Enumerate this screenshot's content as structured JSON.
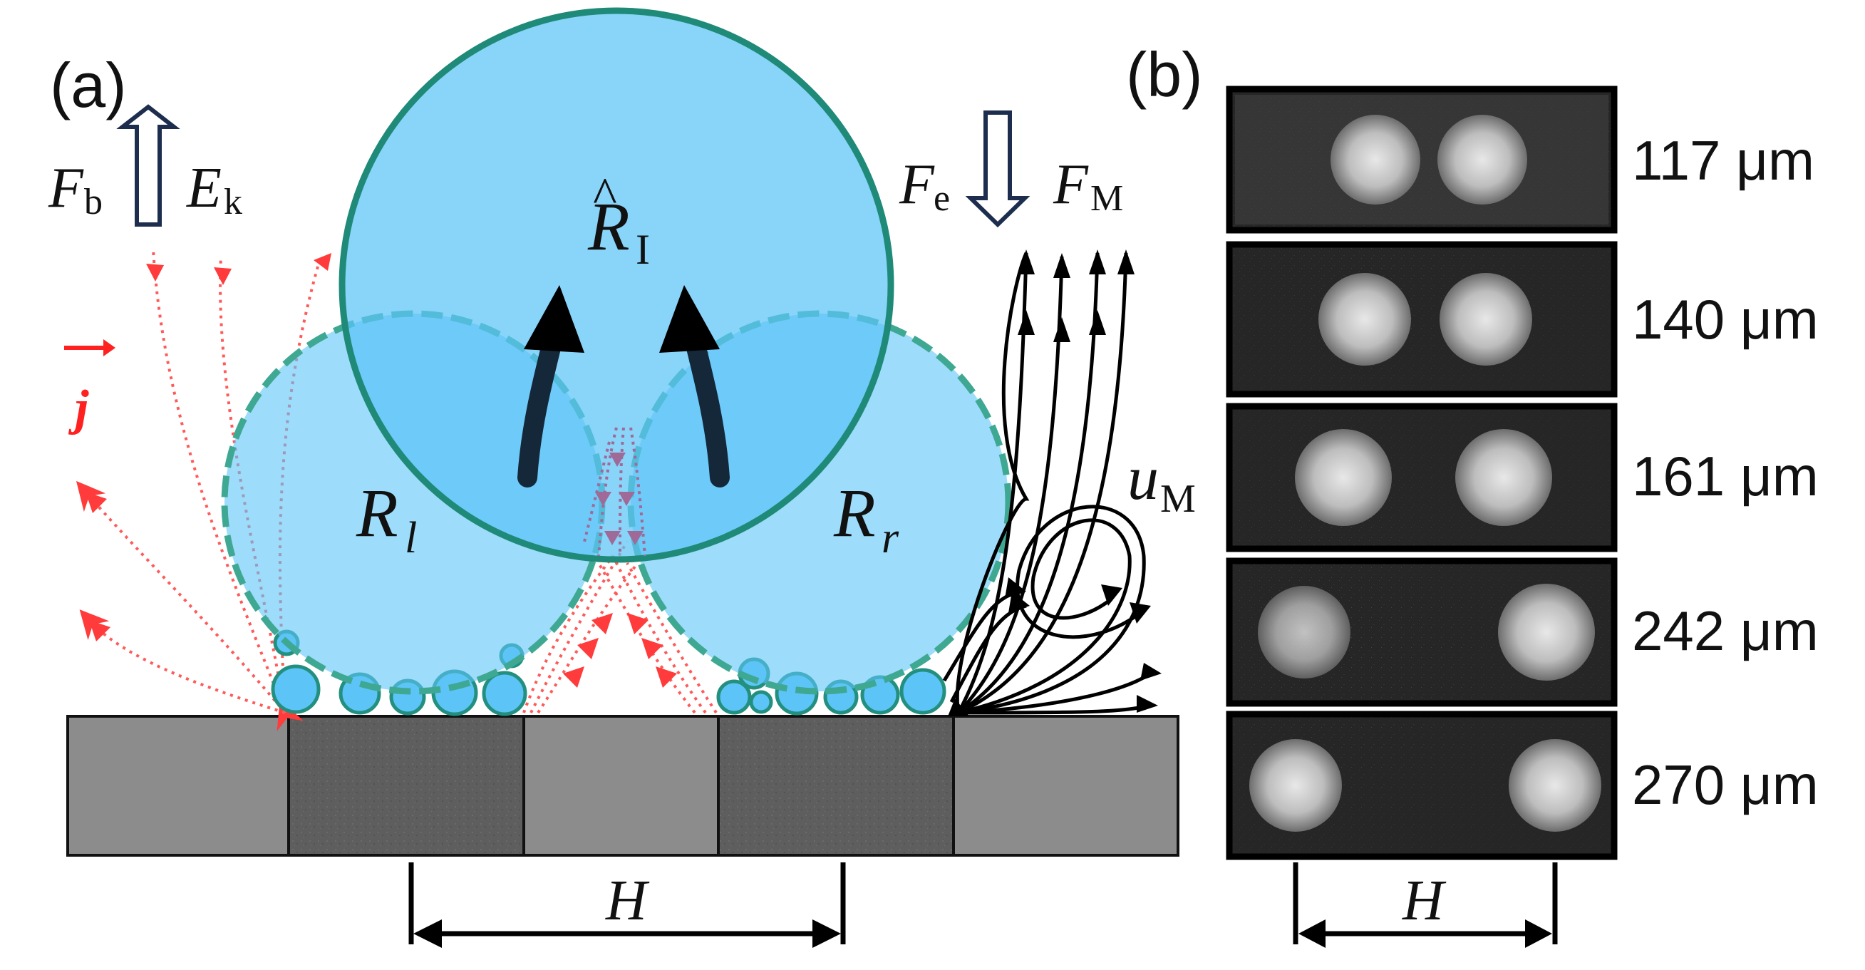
{
  "panel_a": {
    "label": "(a)",
    "symbols": {
      "Fb": {
        "main": "F",
        "sub": "b"
      },
      "Ek": {
        "main": "E",
        "sub": "k"
      },
      "Fe": {
        "main": "F",
        "sub": "e"
      },
      "FM": {
        "main": "F",
        "sub": "M"
      },
      "j": "j",
      "R_I": {
        "main": "R",
        "sub": "I",
        "hat": "^"
      },
      "R_l": {
        "main": "R",
        "sub": "l"
      },
      "R_r": {
        "main": "R",
        "sub": "r"
      },
      "uM": {
        "main": "u",
        "sub": "M"
      },
      "H": "H"
    },
    "colors": {
      "bubble_fill": "#5cc4f7",
      "bubble_edge": "#23907f",
      "current_lines": "#ff3b3b",
      "flow_lines": "#000000",
      "electrode_light": "#8c8c8c",
      "electrode_dark": "#5c5c5c",
      "arrow_outline": "#1d2d4e"
    }
  },
  "panel_b": {
    "label": "(b)",
    "gap_labels": [
      "117 μm",
      "140 μm",
      "161 μm",
      "242 μm",
      "270 μm"
    ],
    "H": "H"
  }
}
